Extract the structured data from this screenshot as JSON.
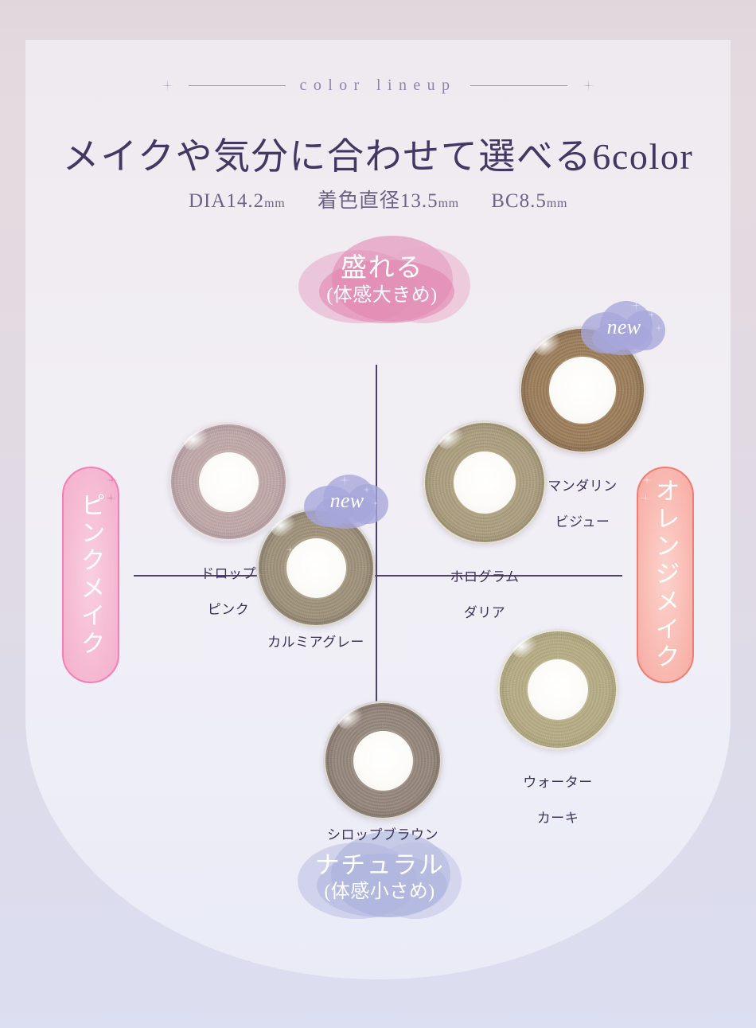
{
  "header": {
    "kicker": "color lineup",
    "headline": "メイクや気分に合わせて選べる6color",
    "specs": {
      "dia_label": "DIA",
      "dia_value": "14.2",
      "dia_unit": "mm",
      "colored_label": "着色直径",
      "colored_value": "13.5",
      "colored_unit": "mm",
      "bc_label": "BC",
      "bc_value": "8.5",
      "bc_unit": "mm"
    }
  },
  "axes": {
    "top_label": {
      "line1": "盛れる",
      "line2": "(体感大きめ)",
      "color": "#e28cb4"
    },
    "bottom_label": {
      "line1": "ナチュラル",
      "line2": "(体感小さめ)",
      "color": "#a8aeda"
    },
    "left_label": {
      "text": "ピンクメイク",
      "color": "#f37fb4"
    },
    "right_label": {
      "text": "オレンジメイク",
      "color": "#ef7d72"
    }
  },
  "badges": {
    "new_label": "new"
  },
  "lenses": [
    {
      "id": "drop-pink",
      "name_line1": "ドロップ",
      "name_line2": "ピンク",
      "is_new": false,
      "outer": "#9d8893",
      "mid": "#c0a7a8",
      "inner": "#d8c3bd"
    },
    {
      "id": "kalmia-gray",
      "name_line1": "カルミアグレー",
      "name_line2": "",
      "is_new": true,
      "outer": "#6e6455",
      "mid": "#9e9079",
      "inner": "#cfc3a3"
    },
    {
      "id": "hologram-dahlia",
      "name_line1": "ホログラム",
      "name_line2": "ダリア",
      "is_new": false,
      "outer": "#8a7d63",
      "mid": "#ab9d7d",
      "inner": "#cfc2a1"
    },
    {
      "id": "mandarin-bijou",
      "name_line1": "マンダリン",
      "name_line2": "ビジュー",
      "is_new": true,
      "outer": "#6e563d",
      "mid": "#9b7c58",
      "inner": "#c7a87f"
    },
    {
      "id": "water-khaki",
      "name_line1": "ウォーター",
      "name_line2": "カーキ",
      "is_new": false,
      "outer": "#9a9069",
      "mid": "#b5ab83",
      "inner": "#cfc6a2"
    },
    {
      "id": "syrup-brown",
      "name_line1": "シロップブラウン",
      "name_line2": "",
      "is_new": false,
      "outer": "#6c6055",
      "mid": "#94857a",
      "inner": "#b5a79a"
    }
  ]
}
